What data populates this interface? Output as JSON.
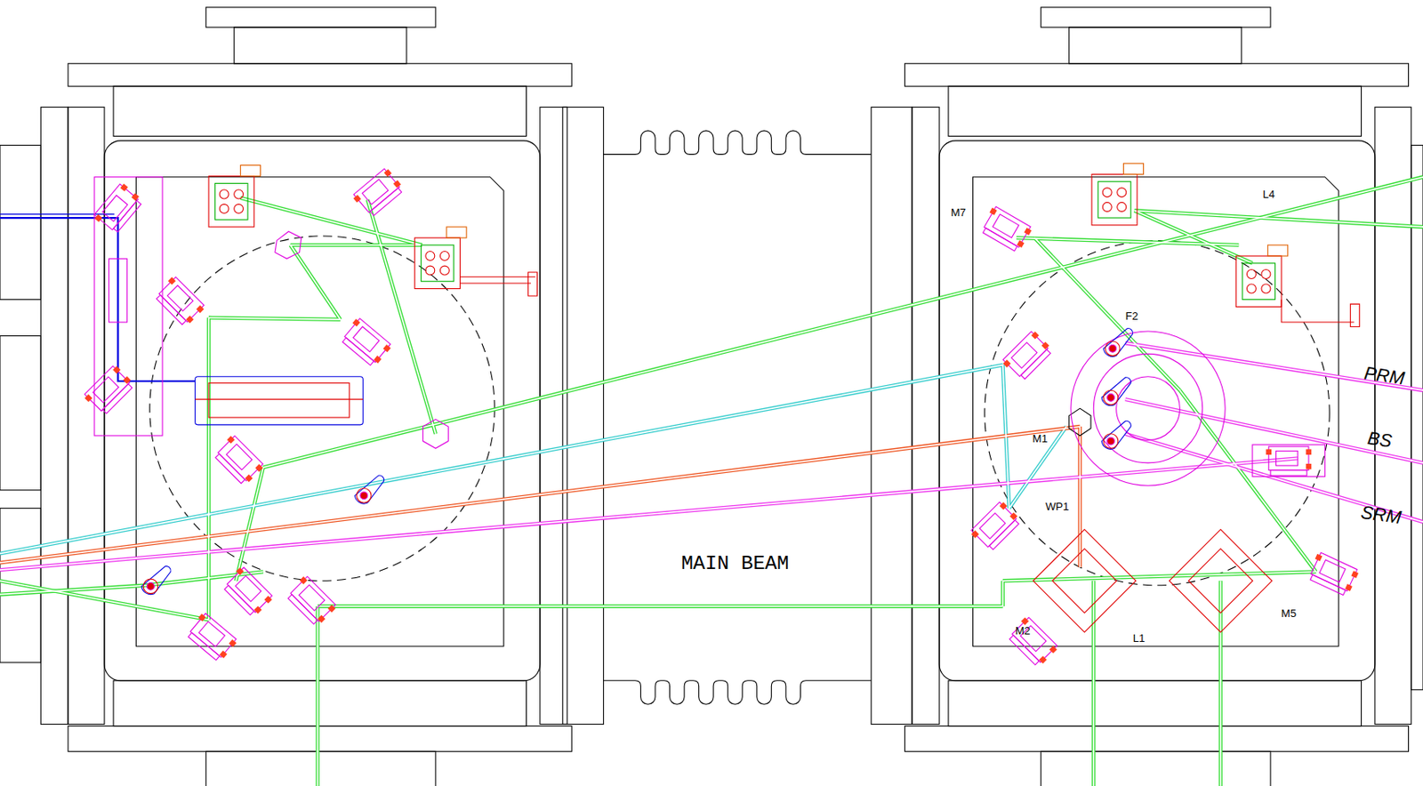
{
  "diagram": {
    "labels": [
      "MAIN BEAM",
      "L4",
      "M7",
      "F2",
      "PRM",
      "BS",
      "SRM",
      "M1",
      "WP1",
      "M2",
      "L1",
      "M5"
    ]
  }
}
